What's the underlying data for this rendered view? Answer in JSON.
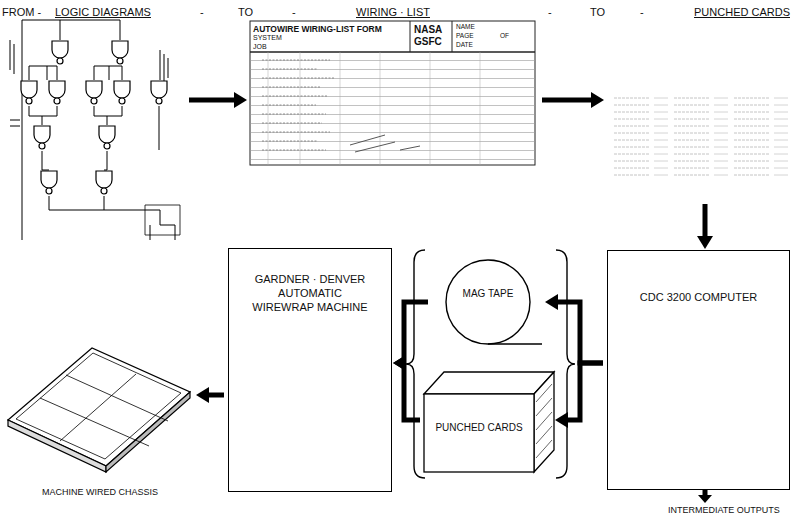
{
  "diagram": {
    "nodes": [
      {
        "text": [
          "LOGIC DIAGRAMS"
        ]
      },
      {
        "text": [
          "WIRING · LIST"
        ]
      },
      {
        "text": [
          "PUNCHED CARDS"
        ]
      },
      {
        "text": [
          "CDC 3200 COMPUTER"
        ]
      },
      {
        "text": [
          "MAG TAPE"
        ]
      },
      {
        "text": [
          "PUNCHED CARDS"
        ]
      },
      {
        "text": [
          "GARDNER · DENVER AUTOMATIC WIREWRAP MACHINE"
        ]
      },
      {
        "text": [
          "MACHINE WIRED CHASSIS"
        ]
      }
    ],
    "edges": [
      {
        "from": 0,
        "to": 1,
        "arrow": "to"
      },
      {
        "from": 1,
        "to": 2,
        "arrow": "to"
      },
      {
        "from": 2,
        "to": 3,
        "arrow": "to"
      },
      {
        "from": 3,
        "to": 4,
        "arrow": "to"
      },
      {
        "from": 3,
        "to": 5,
        "arrow": "to"
      },
      {
        "from": 4,
        "to": 6,
        "arrow": "to"
      },
      {
        "from": 5,
        "to": 6,
        "arrow": "to"
      },
      {
        "from": 6,
        "to": 7,
        "arrow": "to"
      }
    ],
    "labels": [
      "FROM -",
      "-",
      "TO",
      "-",
      "-",
      "TO",
      "-",
      "AUTOWIRE WIRING-LIST FORM",
      "SYSTEM",
      "JOB",
      "NASA",
      "GSFC",
      "NAME",
      "PAGE",
      "OF",
      "DATE",
      "INTERMEDIATE OUTPUTS"
    ]
  }
}
